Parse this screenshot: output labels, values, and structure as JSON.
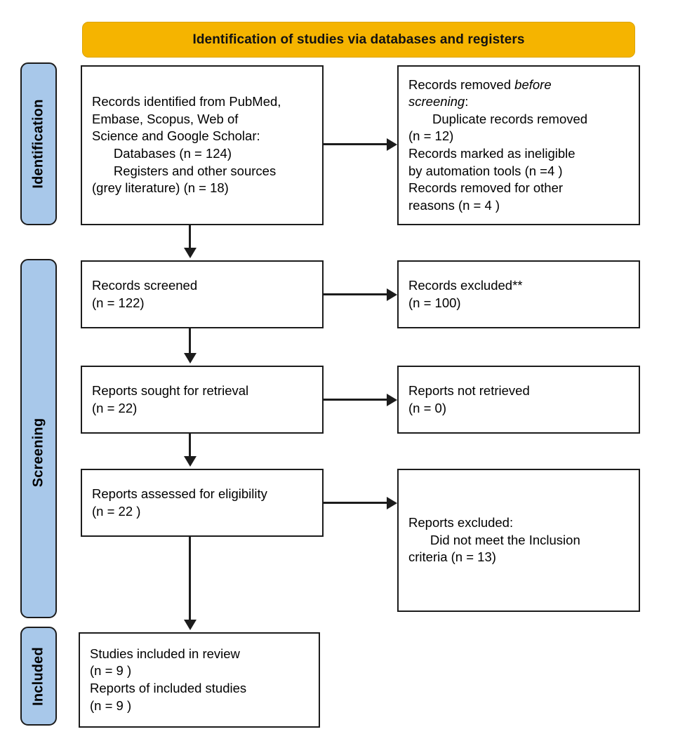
{
  "diagram": {
    "title": "Identification of studies via databases and registers",
    "accent_gold": "#f5b400",
    "accent_blue": "#a8c8ea",
    "stroke": "#1c1c1c"
  },
  "stages": [
    {
      "id": "identification",
      "label": "Identification"
    },
    {
      "id": "screening",
      "label": "Screening"
    },
    {
      "id": "included",
      "label": "Included"
    }
  ],
  "boxes": {
    "identified": {
      "name": "records-identified",
      "lines": [
        {
          "text": "Records identified from PubMed,",
          "indent": false,
          "italic": false
        },
        {
          "text": "Embase, Scopus, Web of",
          "indent": false,
          "italic": false
        },
        {
          "text": "Science and Google Scholar:",
          "indent": false,
          "italic": false
        },
        {
          "text": "Databases (n = 124)",
          "indent": true,
          "italic": false
        },
        {
          "text": "Registers and other sources",
          "indent": true,
          "italic": false
        },
        {
          "text": "(grey literature) (n = 18)",
          "indent": false,
          "italic": false
        }
      ]
    },
    "removed": {
      "name": "records-removed-before-screening",
      "lines": [
        {
          "text": "Records removed ",
          "indent": false,
          "italic": false,
          "trail_italic": "before"
        },
        {
          "text": "",
          "indent": false,
          "italic": true,
          "lead_italic": "screening",
          "trail_plain": ":"
        },
        {
          "text": "Duplicate records removed",
          "indent": true,
          "italic": false
        },
        {
          "text": "(n = 12)",
          "indent": false,
          "italic": false
        },
        {
          "text": "Records marked as ineligible",
          "indent": false,
          "italic": false
        },
        {
          "text": "by automation tools (n =4 )",
          "indent": false,
          "italic": false
        },
        {
          "text": "Records removed for other",
          "indent": false,
          "italic": false
        },
        {
          "text": "reasons (n = 4 )",
          "indent": false,
          "italic": false
        }
      ]
    },
    "screened": {
      "name": "records-screened",
      "lines": [
        {
          "text": "Records screened",
          "indent": false,
          "italic": false
        },
        {
          "text": "(n = 122)",
          "indent": false,
          "italic": false
        }
      ]
    },
    "excluded": {
      "name": "records-excluded",
      "lines": [
        {
          "text": "Records excluded**",
          "indent": false,
          "italic": false
        },
        {
          "text": "(n = 100)",
          "indent": false,
          "italic": false
        }
      ]
    },
    "sought": {
      "name": "reports-sought-for-retrieval",
      "lines": [
        {
          "text": "Reports sought for retrieval",
          "indent": false,
          "italic": false
        },
        {
          "text": "(n = 22)",
          "indent": false,
          "italic": false
        }
      ]
    },
    "not_retrieved": {
      "name": "reports-not-retrieved",
      "lines": [
        {
          "text": "Reports not retrieved",
          "indent": false,
          "italic": false
        },
        {
          "text": "(n = 0)",
          "indent": false,
          "italic": false
        }
      ]
    },
    "assessed": {
      "name": "reports-assessed-for-eligibility",
      "lines": [
        {
          "text": "Reports assessed for eligibility",
          "indent": false,
          "italic": false
        },
        {
          "text": "(n = 22 )",
          "indent": false,
          "italic": false
        }
      ]
    },
    "reports_excluded": {
      "name": "reports-excluded",
      "lines": [
        {
          "text": "Reports excluded:",
          "indent": false,
          "italic": false
        },
        {
          "text": "Did not meet the Inclusion",
          "indent": true,
          "italic": false
        },
        {
          "text": "criteria (n = 13)",
          "indent": false,
          "italic": false
        }
      ]
    },
    "included": {
      "name": "studies-included-in-review",
      "lines": [
        {
          "text": "Studies included in review",
          "indent": false,
          "italic": false
        },
        {
          "text": "(n = 9 )",
          "indent": false,
          "italic": false
        },
        {
          "text": "Reports of included studies",
          "indent": false,
          "italic": false
        },
        {
          "text": "(n = 9 )",
          "indent": false,
          "italic": false
        }
      ]
    }
  },
  "text": {
    "identified": "Records identified from PubMed,\nEmbase, Scopus, Web of\nScience and Google Scholar:\n      Databases (n = 124)\n      Registers and other sources\n(grey literature) (n = 18)",
    "screened": "Records screened\n(n = 122)",
    "excluded": "Records excluded**\n(n = 100)",
    "sought": "Reports sought for retrieval\n(n = 22)",
    "not_retrieved": "Reports not retrieved\n(n = 0)",
    "assessed": "Reports assessed for eligibility\n(n = 22 )",
    "reports_excluded": "Reports excluded:\n      Did not meet the Inclusion\ncriteria (n = 13)",
    "included": "Studies included in review\n(n = 9 )\nReports of included studies\n(n = 9 )"
  },
  "arrows": [
    {
      "name": "arrow-identified-to-removed",
      "direction": "right"
    },
    {
      "name": "arrow-identified-to-screened",
      "direction": "down"
    },
    {
      "name": "arrow-screened-to-excluded",
      "direction": "right"
    },
    {
      "name": "arrow-screened-to-sought",
      "direction": "down"
    },
    {
      "name": "arrow-sought-to-not-retrieved",
      "direction": "right"
    },
    {
      "name": "arrow-sought-to-assessed",
      "direction": "down"
    },
    {
      "name": "arrow-assessed-to-reports-excluded",
      "direction": "right"
    },
    {
      "name": "arrow-assessed-to-included",
      "direction": "down"
    }
  ]
}
